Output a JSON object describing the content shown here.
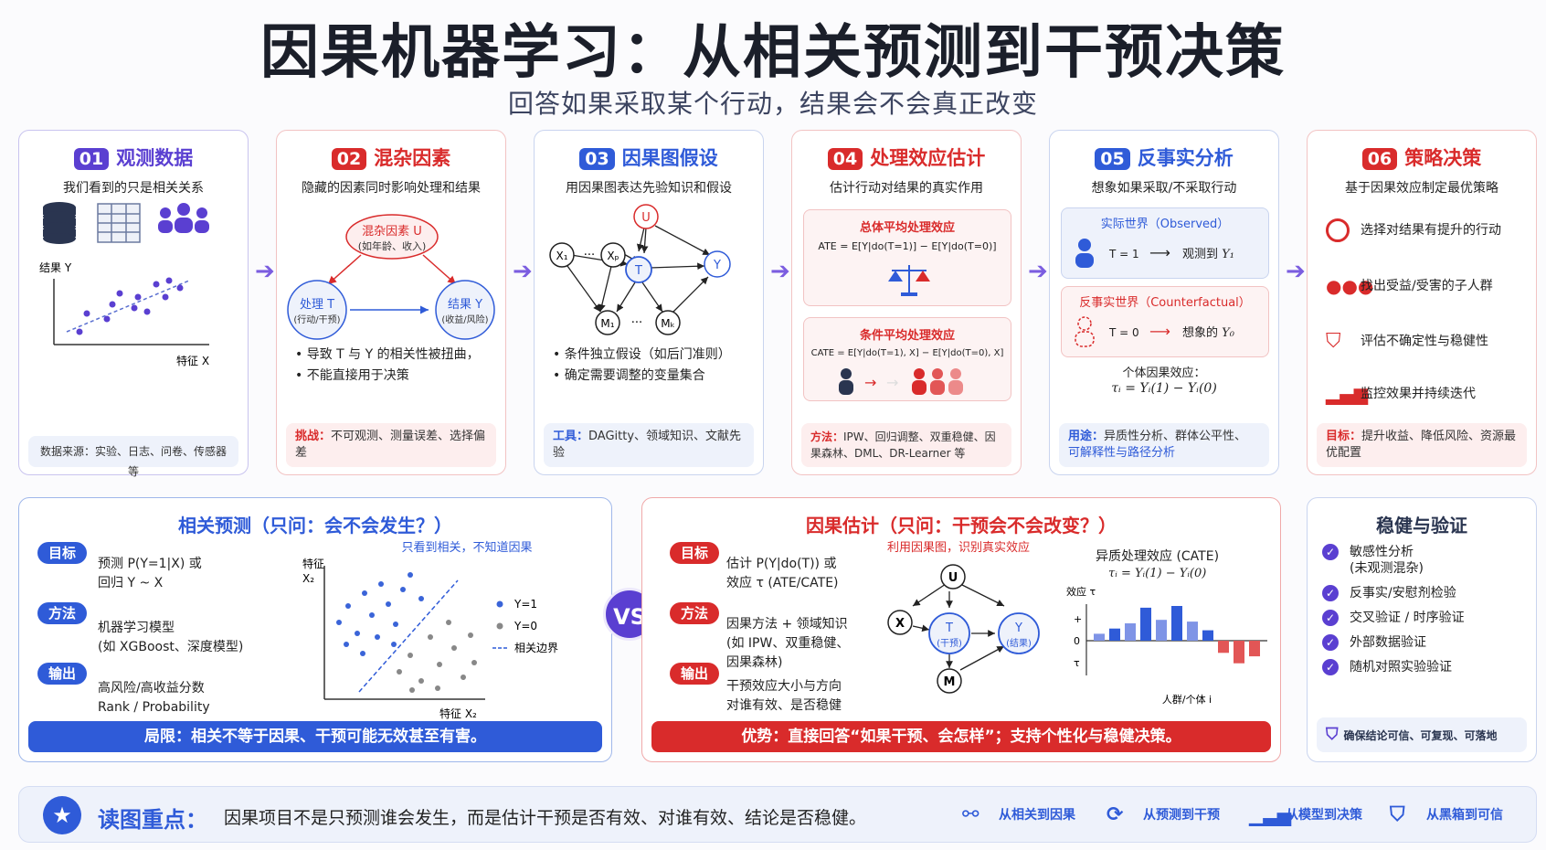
{
  "title": "因果机器学习：从相关预测到干预决策",
  "subtitle": "回答如果采取某个行动，结果会不会真正改变",
  "cards": [
    {
      "num": "01",
      "title": "观测数据",
      "desc": "我们看到的只是相关关系",
      "ylabel": "结果 Y",
      "xlabel": "特征 X",
      "foot": "数据来源：实验、日志、问卷、传感器等"
    },
    {
      "num": "02",
      "title": "混杂因素",
      "desc": "隐藏的因素同时影响处理和结果",
      "confounder": "混杂因素 U",
      "confounder_sub": "(如年龄、收入)",
      "treat": "处理 T",
      "treat_sub": "(行动/干预)",
      "outcome": "结果 Y",
      "outcome_sub": "(收益/风险)",
      "bullets": [
        "导致 T 与 Y 的相关性被扭曲，",
        "不能直接用于决策"
      ],
      "foot_key": "挑战：",
      "foot": "不可观测、测量误差、选择偏差"
    },
    {
      "num": "03",
      "title": "因果图假设",
      "desc": "用因果图表达先验知识和假设",
      "bullets": [
        "条件独立假设（如后门准则）",
        "确定需要调整的变量集合"
      ],
      "foot_key": "工具：",
      "foot": "DAGitty、领域知识、文献先验"
    },
    {
      "num": "04",
      "title": "处理效应估计",
      "desc": "估计行动对结果的真实作用",
      "ate_title": "总体平均处理效应",
      "ate": "ATE = E[Y|do(T=1)] − E[Y|do(T=0)]",
      "cate_title": "条件平均处理效应",
      "cate": "CATE = E[Y|do(T=1), X] − E[Y|do(T=0), X]",
      "foot_key": "方法：",
      "foot": "IPW、回归调整、双重稳健、因果森林、DML、DR-Learner 等"
    },
    {
      "num": "05",
      "title": "反事实分析",
      "desc": "想象如果采取/不采取行动",
      "real": "实际世界（Observed）",
      "real_t": "T = 1",
      "real_o": "观测到",
      "real_y": "Y₁",
      "cf": "反事实世界（Counterfactual）",
      "cf_t": "T = 0",
      "cf_o": "想象的",
      "cf_y": "Y₀",
      "ite_label": "个体因果效应：",
      "ite": "τᵢ = Yᵢ(1) − Yᵢ(0)",
      "foot_key": "用途：",
      "foot": "异质性分析、群体公平性、",
      "foot2": "可解释性与路径分析"
    },
    {
      "num": "06",
      "title": "策略决策",
      "desc": "基于因果效应制定最优策略",
      "items": [
        "选择对结果有提升的行动",
        "找出受益/受害的子人群",
        "评估不确定性与稳健性",
        "监控效果并持续迭代"
      ],
      "foot_key": "目标：",
      "foot": "提升收益、降低风险、资源最优配置"
    }
  ],
  "left_panel": {
    "title": "相关预测（只问：会不会发生？）",
    "goal_tag": "目标",
    "goal": [
      "预测 P(Y=1|X) 或",
      "回归 Y ~ X"
    ],
    "method_tag": "方法",
    "method": [
      "机器学习模型",
      "(如 XGBoost、深度模型)"
    ],
    "output_tag": "输出",
    "output": [
      "高风险/高收益分数",
      "Rank / Probability"
    ],
    "chart_title": "只看到相关，不知道因果",
    "ylabel_1": "特征",
    "ylabel_2": "X₂",
    "xlabel": "特征 X₂",
    "legend": [
      "Y=1",
      "Y=0",
      "相关边界"
    ],
    "bar": "局限：相关不等于因果、干预可能无效甚至有害。"
  },
  "vs": "VS",
  "right_panel": {
    "title": "因果估计（只问：干预会不会改变？）",
    "goal_tag": "目标",
    "goal": [
      "估计 P(Y|do(T)) 或",
      "效应 τ (ATE/CATE)"
    ],
    "method_tag": "方法",
    "method": [
      "因果方法 + 领域知识",
      "(如 IPW、双重稳健、",
      "因果森林)"
    ],
    "output_tag": "输出",
    "output": [
      "干预效应大小与方向",
      "对谁有效、是否稳健"
    ],
    "dag_title": "利用因果图，识别真实效应",
    "node_t_sub": "(干预)",
    "node_y_sub": "(结果)",
    "cate_title": "异质处理效应 (CATE)",
    "cate_formula": "τᵢ = Yᵢ(1) − Yᵢ(0)",
    "effect_axis": "效应 τ",
    "x_axis": "人群/个体 i",
    "bar": "优势：直接回答“如果干预、会怎样”；支持个性化与稳健决策。"
  },
  "verify_panel": {
    "title": "稳健与验证",
    "items": [
      "敏感性分析\n(未观测混杂)",
      "反事实/安慰剂检验",
      "交叉验证 / 时序验证",
      "外部数据验证",
      "随机对照实验验证"
    ],
    "foot": "确保结论可信、可复现、可落地"
  },
  "bottom": {
    "key": "读图重点：",
    "text": "因果项目不是只预测谁会发生，而是估计干预是否有效、对谁有效、结论是否稳健。",
    "items": [
      "从相关到因果",
      "从预测到干预",
      "从模型到决策",
      "从黑箱到可信"
    ]
  },
  "chart_data": {
    "type": "bar",
    "title": "异质处理效应 (CATE)",
    "ylabel": "效应 τ",
    "xlabel": "人群/个体 i",
    "values": [
      0.2,
      0.35,
      0.5,
      0.95,
      0.6,
      1.0,
      0.55,
      0.3,
      -0.35,
      -0.65,
      -0.45
    ]
  },
  "colors": {
    "purple": "#5a3fd1",
    "red": "#d92b2b",
    "blue": "#2f5bd8"
  }
}
